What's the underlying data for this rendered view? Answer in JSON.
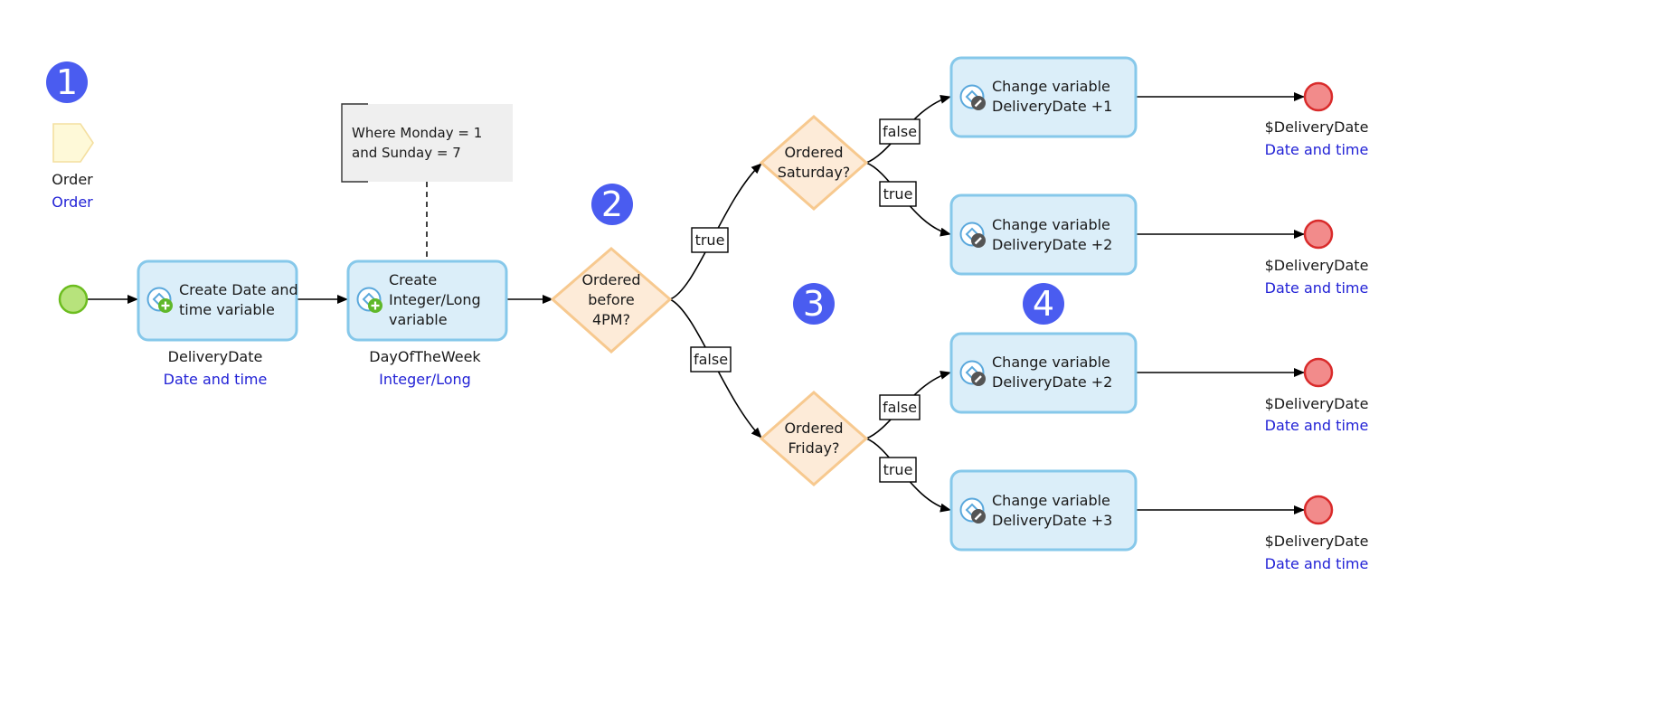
{
  "markers": [
    "1",
    "2",
    "3",
    "4"
  ],
  "parameter": {
    "name": "Order",
    "type": "Order"
  },
  "annotation": [
    "Where Monday = 1",
    "and Sunday = 7"
  ],
  "activities": {
    "create_date": {
      "lines": [
        "Create Date and",
        "time variable"
      ],
      "var_name": "DeliveryDate",
      "var_type": "Date and time"
    },
    "create_int": {
      "lines": [
        "Create",
        "Integer/Long",
        "variable"
      ],
      "var_name": "DayOfTheWeek",
      "var_type": "Integer/Long"
    },
    "change_1": {
      "lines": [
        "Change variable",
        "DeliveryDate +1"
      ]
    },
    "change_2a": {
      "lines": [
        "Change variable",
        "DeliveryDate +2"
      ]
    },
    "change_2b": {
      "lines": [
        "Change variable",
        "DeliveryDate +2"
      ]
    },
    "change_3": {
      "lines": [
        "Change variable",
        "DeliveryDate +3"
      ]
    }
  },
  "decisions": {
    "before_4pm": [
      "Ordered",
      "before",
      "4PM?"
    ],
    "saturday": [
      "Ordered",
      "Saturday?"
    ],
    "friday": [
      "Ordered",
      "Friday?"
    ]
  },
  "edge_labels": {
    "before_true": "true",
    "before_false": "false",
    "sat_false": "false",
    "sat_true": "true",
    "fri_false": "false",
    "fri_true": "true"
  },
  "end_events": [
    {
      "value": "$DeliveryDate",
      "type": "Date and time"
    },
    {
      "value": "$DeliveryDate",
      "type": "Date and time"
    },
    {
      "value": "$DeliveryDate",
      "type": "Date and time"
    },
    {
      "value": "$DeliveryDate",
      "type": "Date and time"
    }
  ],
  "colors": {
    "marker": "#4a5cf0",
    "activity_fill": "#dbeef9",
    "activity_border": "#86c8ea",
    "decision_fill": "#fdebd8",
    "decision_border": "#f7c98f",
    "start": "#b7e37c",
    "end": "#f28b8b",
    "type_text": "#2222d6"
  },
  "icons": [
    "create-variable-icon",
    "change-variable-icon",
    "parameter-icon"
  ]
}
